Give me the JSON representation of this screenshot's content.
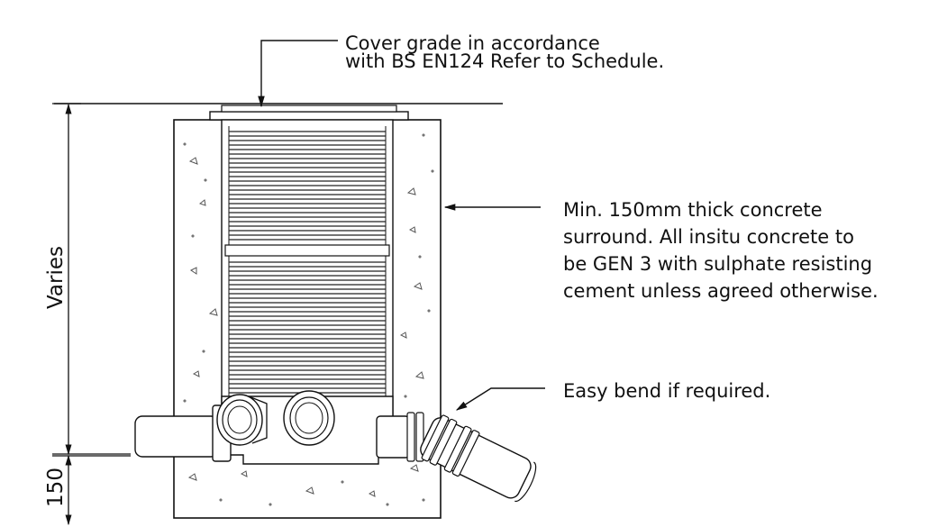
{
  "annotations": {
    "cover_grade_line1": "Cover grade in accordance",
    "cover_grade_line2": "with BS EN124 Refer to Schedule.",
    "concrete_line1": "Min. 150mm thick concrete",
    "concrete_line2": "surround. All insitu concrete to",
    "concrete_line3": "be GEN 3 with sulphate resisting",
    "concrete_line4": "cement unless agreed otherwise.",
    "easy_bend": "Easy bend if required."
  },
  "dimensions": {
    "height_label": "Varies",
    "base_label": "150"
  },
  "colors": {
    "line": "#111111",
    "concrete_fill": "#ffffff",
    "pipe_fill": "#f2f2f2",
    "rib_line": "#222222"
  }
}
